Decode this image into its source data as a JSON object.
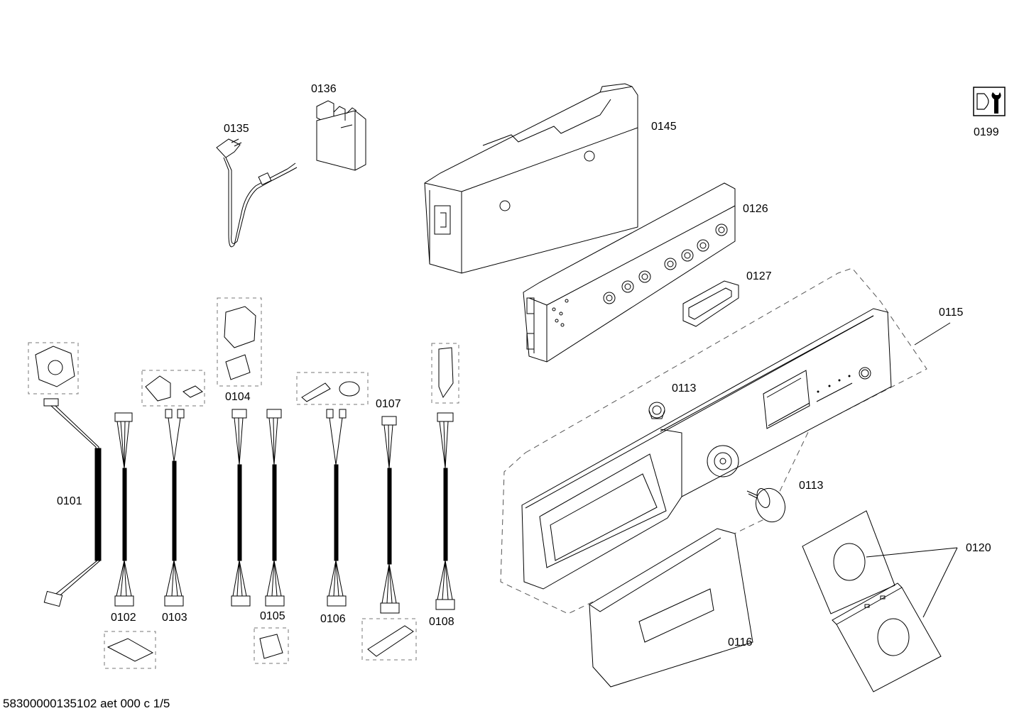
{
  "labels": {
    "p0101": "0101",
    "p0102": "0102",
    "p0103": "0103",
    "p0104": "0104",
    "p0105": "0105",
    "p0106": "0106",
    "p0107": "0107",
    "p0108": "0108",
    "p0113a": "0113",
    "p0113b": "0113",
    "p0115": "0115",
    "p0116": "0116",
    "p0120": "0120",
    "p0126": "0126",
    "p0127": "0127",
    "p0135": "0135",
    "p0136": "0136",
    "p0145": "0145",
    "p0199": "0199"
  },
  "footer": "58300000135102 aet 000 c 1/5",
  "icons": {
    "tool": "wrench-icon"
  },
  "colors": {
    "line": "#000000",
    "background": "#ffffff",
    "dash": "#555555"
  }
}
